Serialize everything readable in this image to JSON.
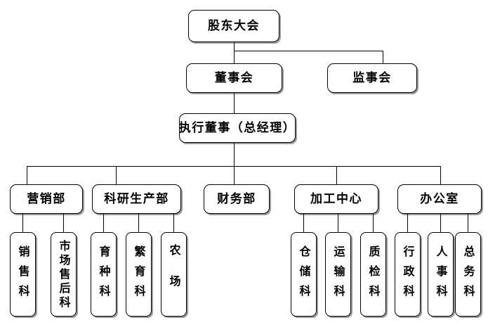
{
  "diagram": {
    "type": "organization-chart",
    "title": "",
    "colors": {
      "node_border": "#000000",
      "node_fill": "#ffffff",
      "node_shadow": "#9a9a9a",
      "connector": "#000000",
      "text": "#000000",
      "background": "#ffffff"
    },
    "levels": [
      {
        "level": 1,
        "nodes": [
          {
            "id": "shareholders",
            "label": "股东大会"
          }
        ]
      },
      {
        "level": 2,
        "nodes": [
          {
            "id": "board",
            "label": "董事会"
          },
          {
            "id": "supervisors",
            "label": "监事会"
          }
        ]
      },
      {
        "level": 3,
        "nodes": [
          {
            "id": "exec",
            "label": "执行董事（总经理）"
          }
        ]
      },
      {
        "level": 4,
        "nodes": [
          {
            "id": "marketing",
            "label": "营销部"
          },
          {
            "id": "rnd",
            "label": "科研生产部"
          },
          {
            "id": "finance",
            "label": "财务部"
          },
          {
            "id": "processing",
            "label": "加工中心"
          },
          {
            "id": "office",
            "label": "办公室"
          }
        ]
      },
      {
        "level": 5,
        "nodes": [
          {
            "id": "sales",
            "label": "销售科",
            "parent": "marketing"
          },
          {
            "id": "aftersales",
            "label": "市场售后科",
            "parent": "marketing"
          },
          {
            "id": "breeding",
            "label": "育种科",
            "parent": "rnd"
          },
          {
            "id": "propagation",
            "label": "繁育科",
            "parent": "rnd"
          },
          {
            "id": "farm",
            "label": "农场",
            "parent": "rnd"
          },
          {
            "id": "warehouse",
            "label": "仓储科",
            "parent": "processing"
          },
          {
            "id": "transport",
            "label": "运输科",
            "parent": "processing"
          },
          {
            "id": "quality",
            "label": "质检科",
            "parent": "processing"
          },
          {
            "id": "admin",
            "label": "行政科",
            "parent": "office"
          },
          {
            "id": "personnel",
            "label": "人事科",
            "parent": "office"
          },
          {
            "id": "general",
            "label": "总务科",
            "parent": "office"
          }
        ]
      }
    ]
  }
}
